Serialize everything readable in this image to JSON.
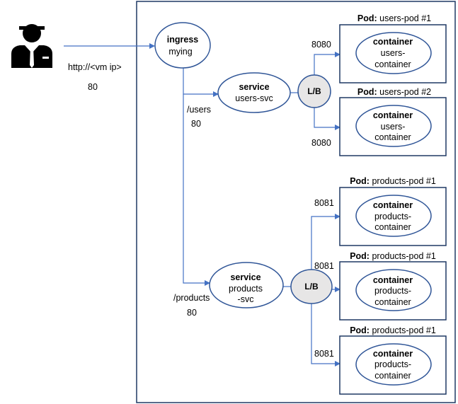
{
  "user": {
    "url_label": "http://<vm ip>",
    "port": "80"
  },
  "ingress": {
    "kind": "ingress",
    "name": "mying"
  },
  "routes": [
    {
      "path": "/users",
      "port": "80"
    },
    {
      "path": "/products",
      "port": "80"
    }
  ],
  "services": [
    {
      "kind": "service",
      "name_lines": [
        "users-svc"
      ]
    },
    {
      "kind": "service",
      "name_lines": [
        "products",
        "-svc"
      ]
    }
  ],
  "load_balancers": [
    {
      "label": "L/B"
    },
    {
      "label": "L/B"
    }
  ],
  "target_ports": {
    "users": [
      "8080",
      "8080"
    ],
    "products": [
      "8081",
      "8081",
      "8081"
    ]
  },
  "pods": [
    {
      "kind": "Pod:",
      "name": "users-pod #1",
      "container_kind": "container",
      "container_lines": [
        "users-",
        "container"
      ]
    },
    {
      "kind": "Pod:",
      "name": "users-pod #2",
      "container_kind": "container",
      "container_lines": [
        "users-",
        "container"
      ]
    },
    {
      "kind": "Pod:",
      "name": "products-pod #1",
      "container_kind": "container",
      "container_lines": [
        "products-",
        "container"
      ]
    },
    {
      "kind": "Pod:",
      "name": "products-pod #1",
      "container_kind": "container",
      "container_lines": [
        "products-",
        "container"
      ]
    },
    {
      "kind": "Pod:",
      "name": "products-pod #1",
      "container_kind": "container",
      "container_lines": [
        "products-",
        "container"
      ]
    }
  ],
  "colors": {
    "border": "#1f3864",
    "ellipse_border": "#2f5597",
    "line": "#4472c4",
    "lb_fill": "#e7e6e6",
    "person": "#000000"
  }
}
